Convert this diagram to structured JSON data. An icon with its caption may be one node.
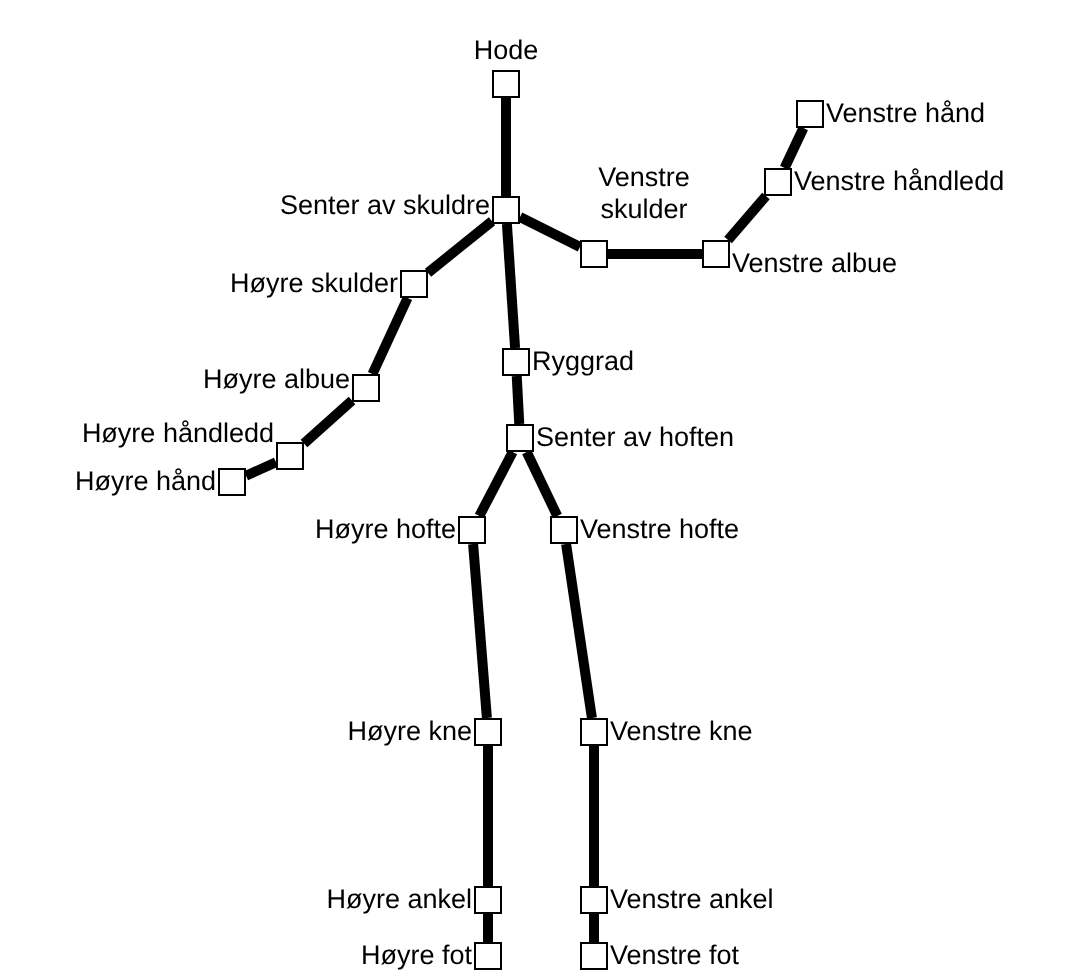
{
  "diagram": {
    "nodes": [
      {
        "text": [],
        "shape": "box",
        "beside": [
          "Hode"
        ]
      },
      {
        "text": [],
        "shape": "box",
        "beside": [
          "Senter av skuldre"
        ]
      },
      {
        "text": [],
        "shape": "box",
        "beside": [
          "Venstre skulder"
        ]
      },
      {
        "text": [],
        "shape": "box",
        "beside": [
          "Venstre albue"
        ]
      },
      {
        "text": [],
        "shape": "box",
        "beside": [
          "Venstre håndledd"
        ]
      },
      {
        "text": [],
        "shape": "box",
        "beside": [
          "Venstre hånd"
        ]
      },
      {
        "text": [],
        "shape": "box",
        "beside": [
          "Høyre skulder"
        ]
      },
      {
        "text": [],
        "shape": "box",
        "beside": [
          "Høyre albue"
        ]
      },
      {
        "text": [],
        "shape": "box",
        "beside": [
          "Høyre håndledd"
        ]
      },
      {
        "text": [],
        "shape": "box",
        "beside": [
          "Høyre hånd"
        ]
      },
      {
        "text": [],
        "shape": "box",
        "beside": [
          "Ryggrad"
        ]
      },
      {
        "text": [],
        "shape": "box",
        "beside": [
          "Senter av hoften"
        ]
      },
      {
        "text": [],
        "shape": "box",
        "beside": [
          "Høyre hofte"
        ]
      },
      {
        "text": [],
        "shape": "box",
        "beside": [
          "Venstre hofte"
        ]
      },
      {
        "text": [],
        "shape": "box",
        "beside": [
          "Høyre kne"
        ]
      },
      {
        "text": [],
        "shape": "box",
        "beside": [
          "Venstre kne"
        ]
      },
      {
        "text": [],
        "shape": "box",
        "beside": [
          "Høyre ankel"
        ]
      },
      {
        "text": [],
        "shape": "box",
        "beside": [
          "Venstre ankel"
        ]
      },
      {
        "text": [],
        "shape": "box",
        "beside": [
          "Høyre fot"
        ]
      },
      {
        "text": [],
        "shape": "box",
        "beside": [
          "Venstre fot"
        ]
      }
    ],
    "edges": [
      {
        "from": 0,
        "to": 1,
        "arrow": "none"
      },
      {
        "from": 1,
        "to": 2,
        "arrow": "none"
      },
      {
        "from": 2,
        "to": 3,
        "arrow": "none"
      },
      {
        "from": 3,
        "to": 4,
        "arrow": "none"
      },
      {
        "from": 4,
        "to": 5,
        "arrow": "none"
      },
      {
        "from": 1,
        "to": 6,
        "arrow": "none"
      },
      {
        "from": 6,
        "to": 7,
        "arrow": "none"
      },
      {
        "from": 7,
        "to": 8,
        "arrow": "none"
      },
      {
        "from": 8,
        "to": 9,
        "arrow": "none"
      },
      {
        "from": 1,
        "to": 10,
        "arrow": "none"
      },
      {
        "from": 10,
        "to": 11,
        "arrow": "none"
      },
      {
        "from": 11,
        "to": 12,
        "arrow": "none"
      },
      {
        "from": 11,
        "to": 13,
        "arrow": "none"
      },
      {
        "from": 12,
        "to": 14,
        "arrow": "none"
      },
      {
        "from": 14,
        "to": 16,
        "arrow": "none"
      },
      {
        "from": 16,
        "to": 18,
        "arrow": "none"
      },
      {
        "from": 13,
        "to": 15,
        "arrow": "none"
      },
      {
        "from": 15,
        "to": 17,
        "arrow": "none"
      },
      {
        "from": 17,
        "to": 19,
        "arrow": "none"
      }
    ]
  }
}
